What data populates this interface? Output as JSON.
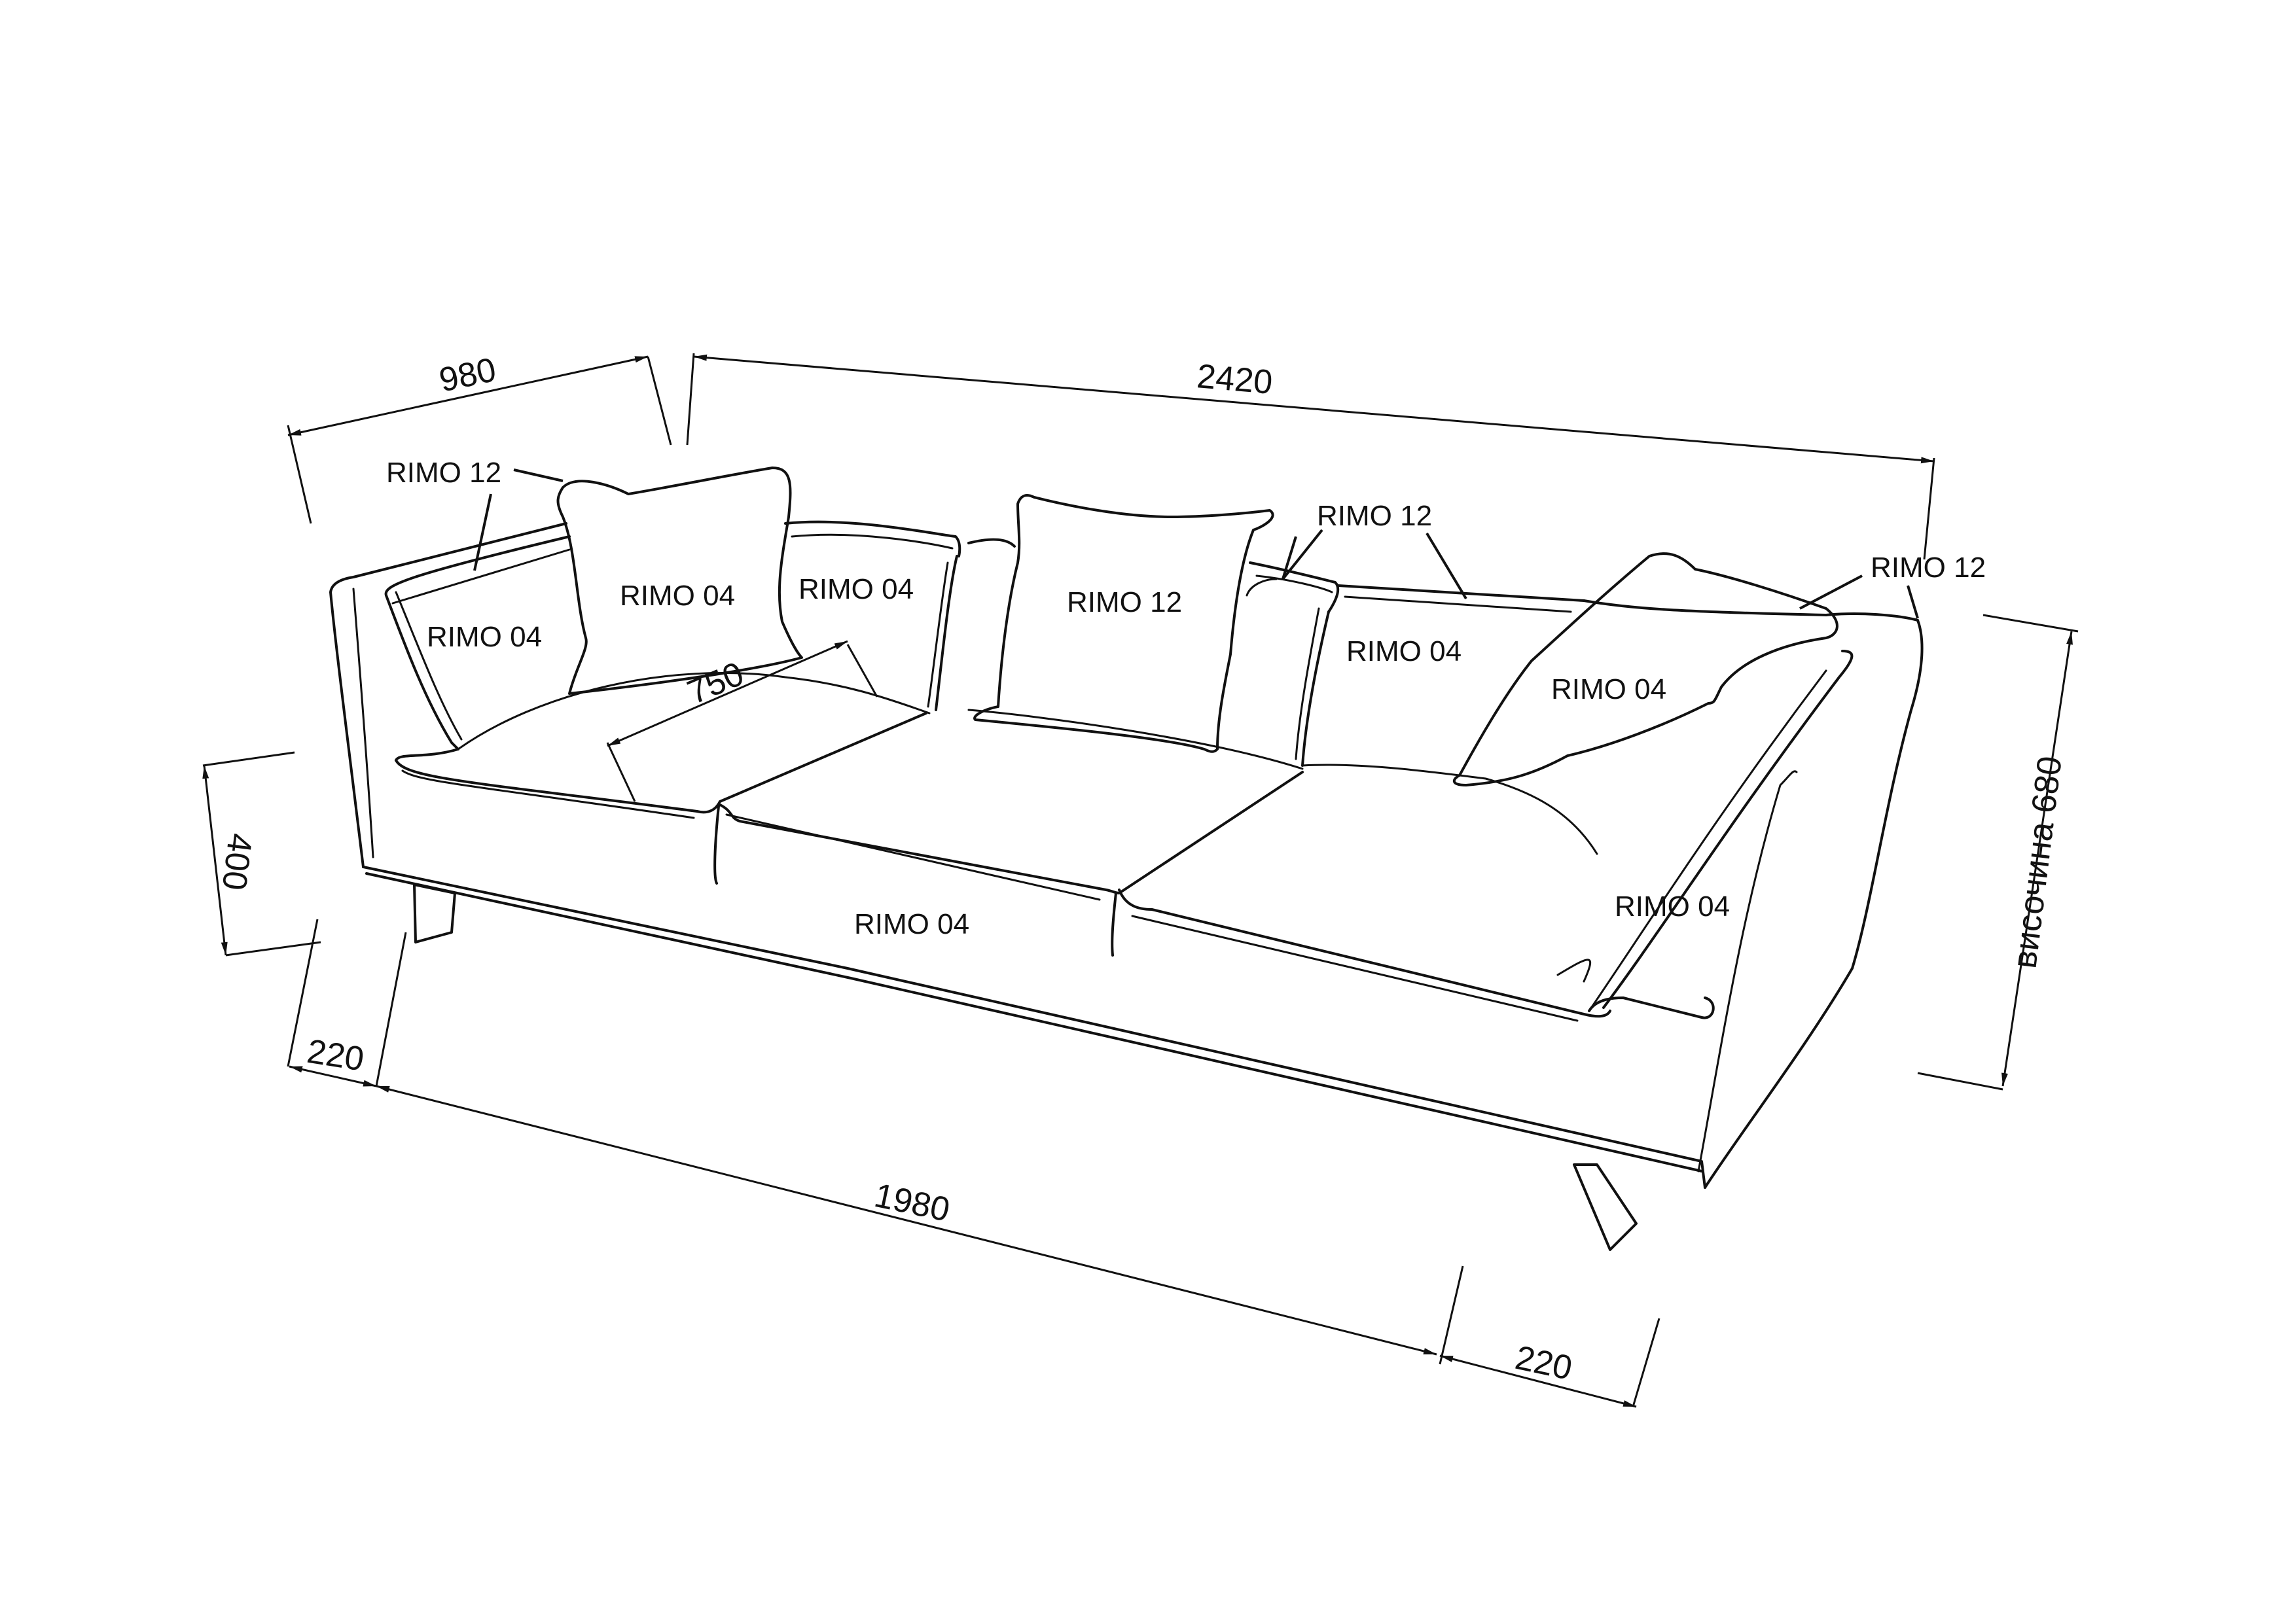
{
  "dimensions": {
    "depth": "980",
    "length": "2420",
    "seat_depth": "750",
    "seat_height": "400",
    "leg_offset_left": "220",
    "leg_spacing": "1980",
    "leg_offset_right": "220",
    "height": "височина 680"
  },
  "labels": {
    "left_back_piping": "RIMO 12",
    "left_arm": "RIMO 04",
    "pillow_left": "RIMO 04",
    "back_left": "RIMO 04",
    "pillow_center": "RIMO 12",
    "center_back_piping": "RIMO 12",
    "back_right": "RIMO 04",
    "pillow_right": "RIMO 04",
    "right_arm_piping": "RIMO 12",
    "front_base": "RIMO 04",
    "right_arm": "RIMO 04"
  }
}
